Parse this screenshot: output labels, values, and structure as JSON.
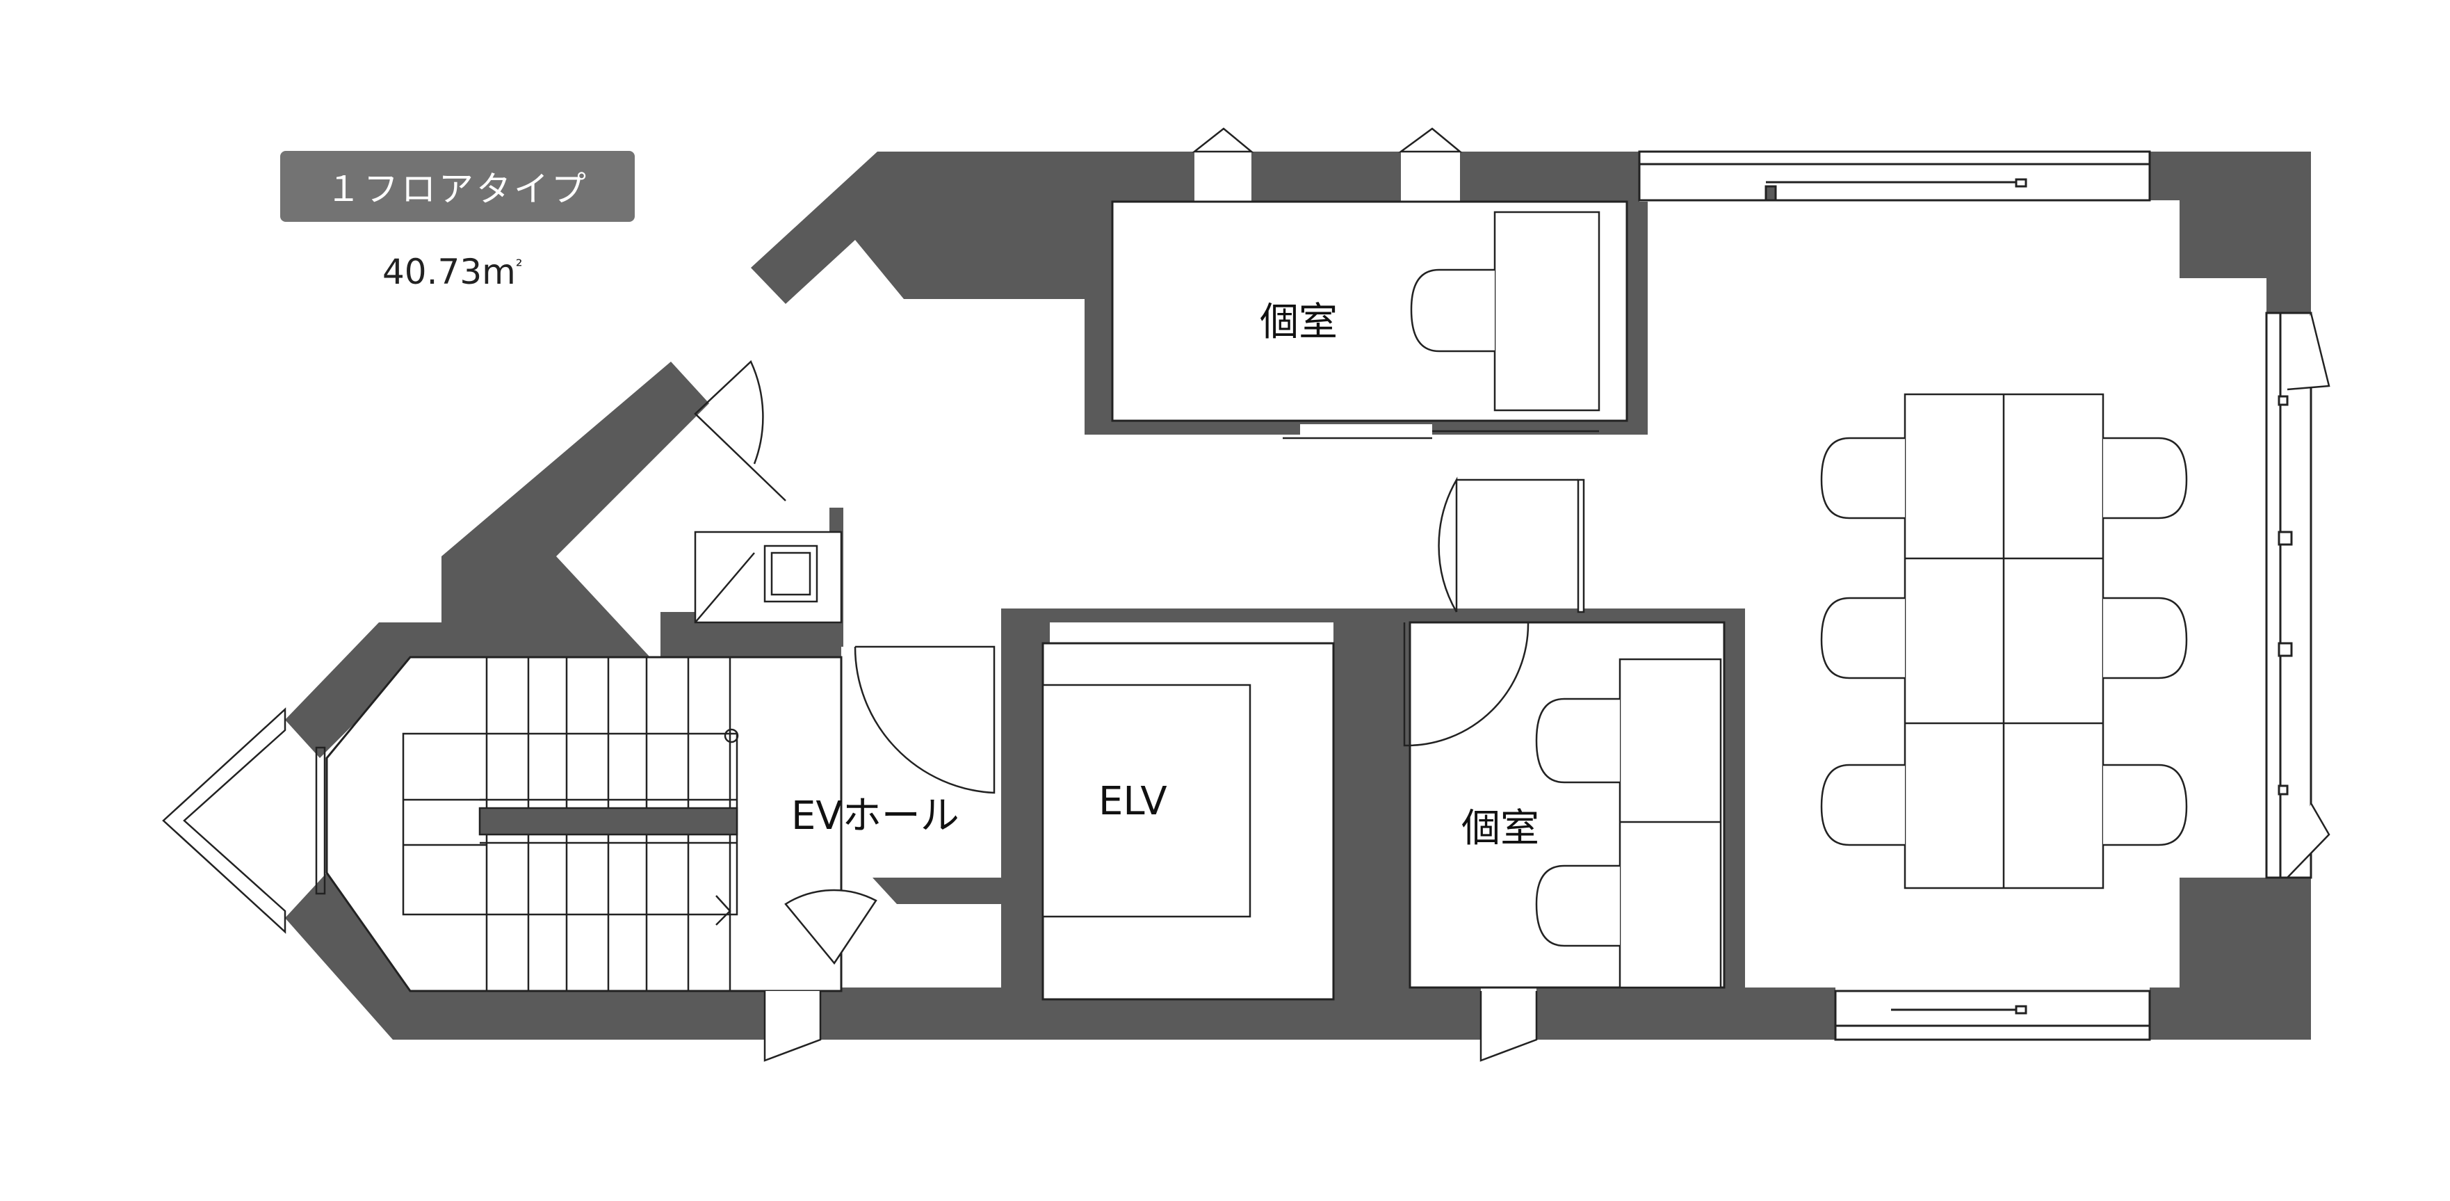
{
  "plan": {
    "type_label": "１フロアタイプ",
    "area_value": "40.73",
    "area_unit": "m",
    "area_unit_sup": "²"
  },
  "rooms": {
    "private_room_top": "個室",
    "private_room_middle": "個室",
    "ev_hall": "EVホール",
    "elevator": "ELV"
  },
  "colors": {
    "wall": "#5a5a5a",
    "badge": "#737373",
    "line": "#222222",
    "background": "#ffffff"
  }
}
